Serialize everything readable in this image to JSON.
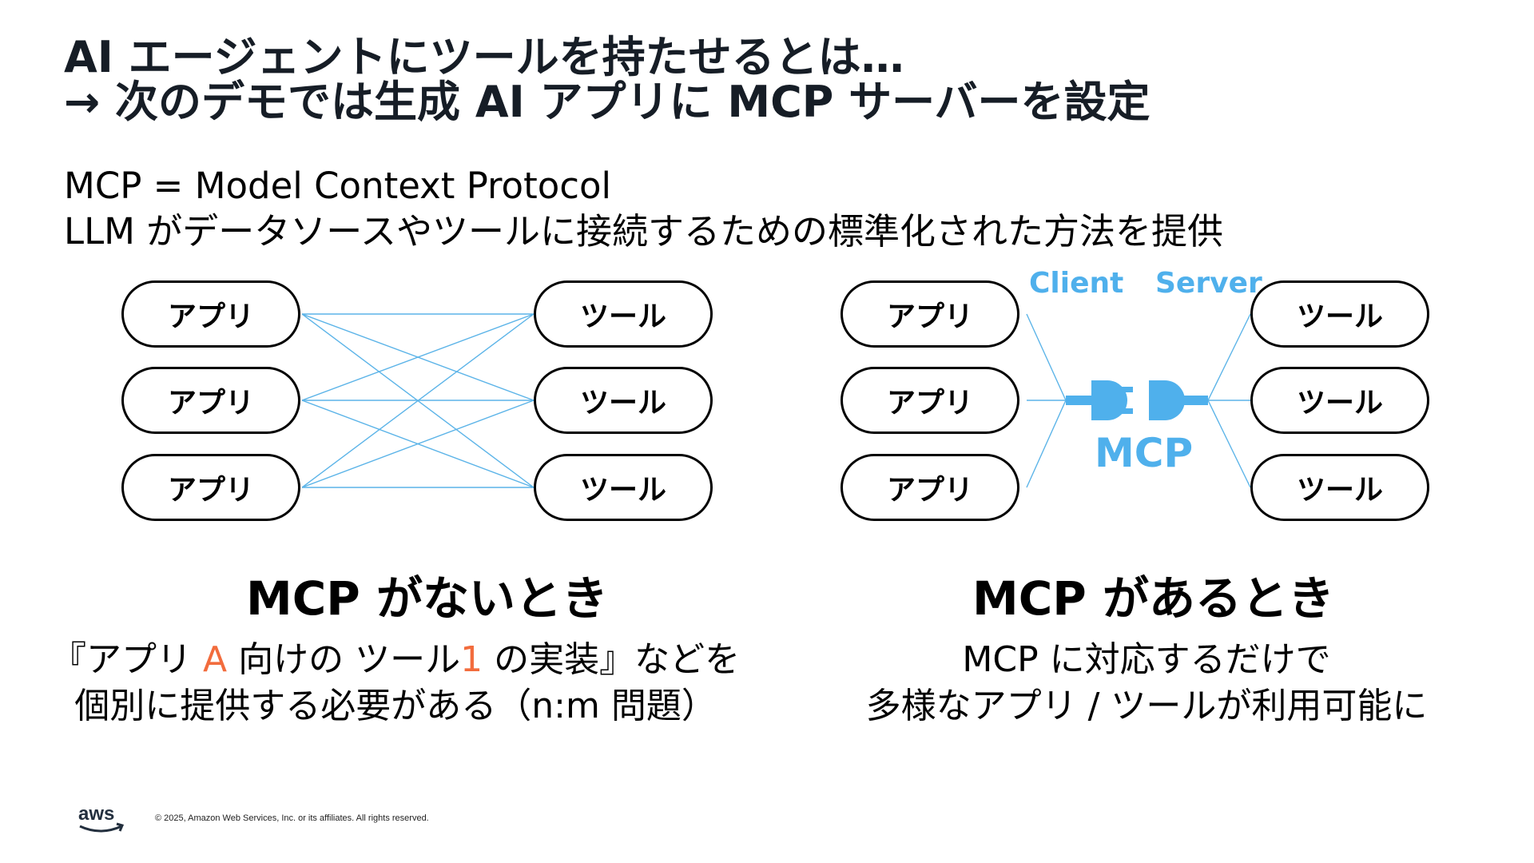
{
  "title": {
    "line1": "AI エージェントにツールを持たせるとは…",
    "line2": "→ 次のデモでは生成 AI アプリに MCP サーバーを設定"
  },
  "subtitle": {
    "line1": "MCP = Model Context Protocol",
    "line2": "LLM がデータソースやツールに接続するための標準化された方法を提供"
  },
  "diagram_left": {
    "apps": [
      "アプリ",
      "アプリ",
      "アプリ"
    ],
    "tools": [
      "ツール",
      "ツール",
      "ツール"
    ],
    "caption": "MCP がないとき",
    "desc_line1": {
      "p1": "『アプリ ",
      "hl1": "A",
      "p2": " 向けの ツール",
      "hl2": "1",
      "p3": " の実装』などを"
    },
    "desc_line2": "個別に提供する必要がある（n:m 問題）"
  },
  "diagram_right": {
    "apps": [
      "アプリ",
      "アプリ",
      "アプリ"
    ],
    "tools": [
      "ツール",
      "ツール",
      "ツール"
    ],
    "client_label": "Client",
    "server_label": "Server",
    "mcp_label": "MCP",
    "plug_icon": "plug-connector-icon",
    "caption": "MCP があるとき",
    "desc_line1": "MCP に対応するだけで",
    "desc_line2": "多様なアプリ / ツールが利用可能に"
  },
  "colors": {
    "accent_blue": "#4fb0ec",
    "highlight_orange": "#f26c3d",
    "title": "#161d26"
  },
  "footer": {
    "logo": "aws",
    "copyright": "© 2025, Amazon Web Services, Inc. or its affiliates. All rights reserved."
  }
}
